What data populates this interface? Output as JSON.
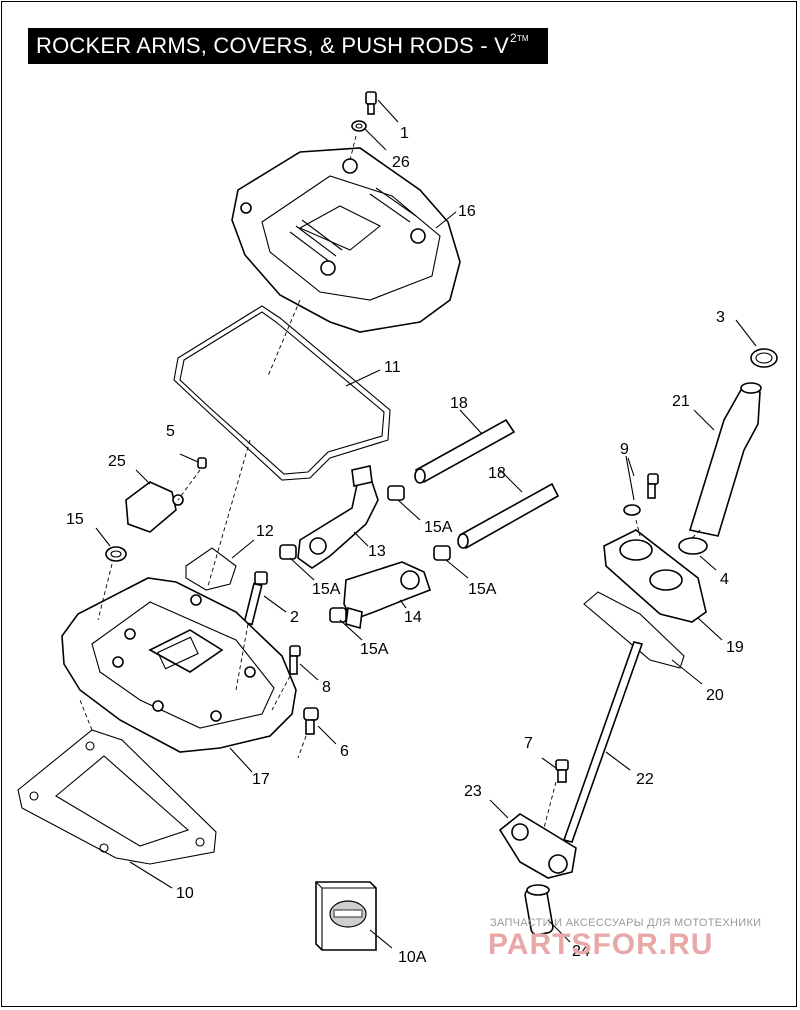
{
  "title": {
    "text": "ROCKER ARMS, COVERS, & PUSH RODS - V",
    "superscript": "2",
    "trademark": "TM"
  },
  "callouts": {
    "c1": "1",
    "c2": "2",
    "c3": "3",
    "c4": "4",
    "c5": "5",
    "c6": "6",
    "c7": "7",
    "c8": "8",
    "c9": "9",
    "c10": "10",
    "c10a": "10A",
    "c11": "11",
    "c12": "12",
    "c13": "13",
    "c14": "14",
    "c15": "15",
    "c15a_1": "15A",
    "c15a_2": "15A",
    "c15a_3": "15A",
    "c15a_4": "15A",
    "c16": "16",
    "c17": "17",
    "c18_1": "18",
    "c18_2": "18",
    "c19": "19",
    "c20": "20",
    "c21": "21",
    "c22": "22",
    "c23": "23",
    "c24": "24",
    "c25": "25",
    "c26": "26"
  },
  "watermark": {
    "tagline": "ЗАПЧАСТИ И АКСЕССУАРЫ ДЛЯ МОТОТЕХНИКИ",
    "brand": "PARTSFOR.RU"
  },
  "colors": {
    "title_bg": "#000000",
    "title_fg": "#ffffff",
    "watermark": "#e8a8a8"
  }
}
